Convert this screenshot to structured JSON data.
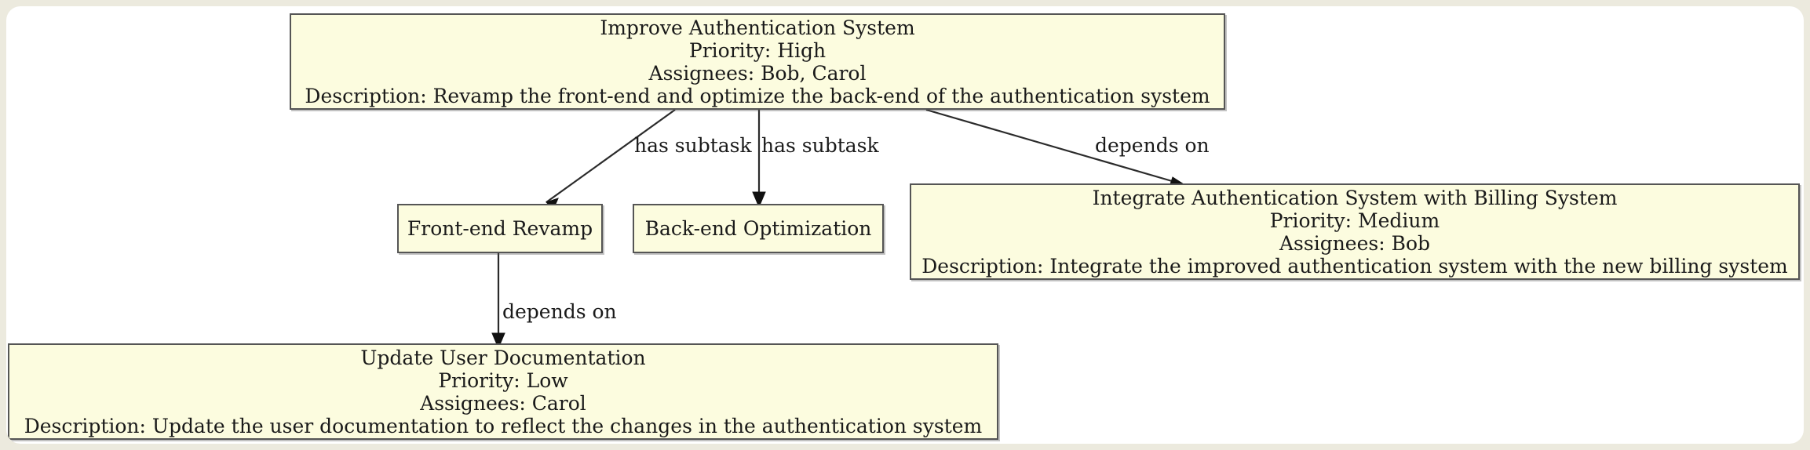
{
  "canvas": {
    "background": "#eceade",
    "surface": "#ffffff",
    "node_fill": "#fcfcdf",
    "node_border": "#555555",
    "edge_color": "#2b2b2b"
  },
  "diagram": {
    "type": "task-dependency-graph",
    "nodes": [
      {
        "id": "improve-authentication-system",
        "lines": [
          "Improve Authentication System",
          "Priority: High",
          "Assignees: Bob, Carol",
          "Description: Revamp the front-end and optimize the back-end of the authentication system"
        ],
        "title": "Improve Authentication System",
        "priority": "High",
        "assignees": "Bob, Carol",
        "description": "Revamp the front-end and optimize the back-end of the authentication system"
      },
      {
        "id": "front-end-revamp",
        "lines": [
          "Front-end Revamp"
        ],
        "title": "Front-end Revamp"
      },
      {
        "id": "back-end-optimization",
        "lines": [
          "Back-end Optimization"
        ],
        "title": "Back-end Optimization"
      },
      {
        "id": "integrate-authentication-system-with-billing-system",
        "lines": [
          "Integrate Authentication System with Billing System",
          "Priority: Medium",
          "Assignees: Bob",
          "Description: Integrate the improved authentication system with the new billing system"
        ],
        "title": "Integrate Authentication System with Billing System",
        "priority": "Medium",
        "assignees": "Bob",
        "description": "Integrate the improved authentication system with the new billing system"
      },
      {
        "id": "update-user-documentation",
        "lines": [
          "Update User Documentation",
          "Priority: Low",
          "Assignees: Carol",
          "Description: Update the user documentation to reflect the changes in the authentication system"
        ],
        "title": "Update User Documentation",
        "priority": "Low",
        "assignees": "Carol",
        "description": "Update the user documentation to reflect the changes in the authentication system"
      }
    ],
    "edges": [
      {
        "id": "edge-improve-to-frontend",
        "from": "improve-authentication-system",
        "to": "front-end-revamp",
        "label": "has subtask"
      },
      {
        "id": "edge-improve-to-backend",
        "from": "improve-authentication-system",
        "to": "back-end-optimization",
        "label": "has subtask"
      },
      {
        "id": "edge-improve-to-integrate",
        "from": "improve-authentication-system",
        "to": "integrate-authentication-system-with-billing-system",
        "label": "depends on"
      },
      {
        "id": "edge-frontend-to-docs",
        "from": "front-end-revamp",
        "to": "update-user-documentation",
        "label": "depends on"
      }
    ]
  }
}
